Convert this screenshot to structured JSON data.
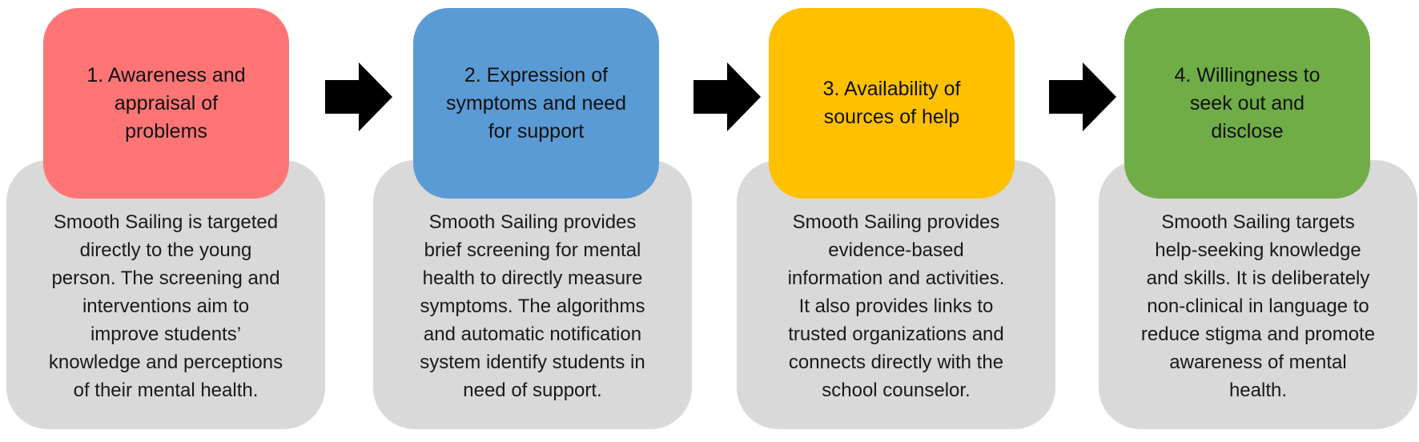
{
  "steps": [
    {
      "title_lines": [
        "1. Awareness and",
        "appraisal of",
        "problems"
      ],
      "description_lines": [
        "Smooth Sailing is targeted",
        "directly to the young",
        "person. The screening and",
        "interventions aim to",
        "improve students’",
        "knowledge and perceptions",
        "of their mental health."
      ],
      "color": "#ff7576"
    },
    {
      "title_lines": [
        "2. Expression of",
        "symptoms and need",
        "for support"
      ],
      "description_lines": [
        "Smooth Sailing provides",
        "brief screening for mental",
        "health to directly measure",
        "symptoms. The algorithms",
        "and automatic notification",
        "system identify students in",
        "need of support."
      ],
      "color": "#5b9bd5"
    },
    {
      "title_lines": [
        "3. Availability of",
        "sources of help"
      ],
      "description_lines": [
        "Smooth Sailing provides",
        "evidence-based",
        "information and activities.",
        "It also provides links to",
        "trusted organizations and",
        "connects directly with the",
        "school counselor."
      ],
      "color": "#ffc000"
    },
    {
      "title_lines": [
        "4. Willingness to",
        "seek out and",
        "disclose"
      ],
      "description_lines": [
        "Smooth Sailing targets",
        "help-seeking knowledge",
        "and skills. It is deliberately",
        "non-clinical in language to",
        "reduce stigma and promote",
        "awareness of mental",
        "health."
      ],
      "color": "#70ad47"
    }
  ],
  "arrow_color": "#000000"
}
